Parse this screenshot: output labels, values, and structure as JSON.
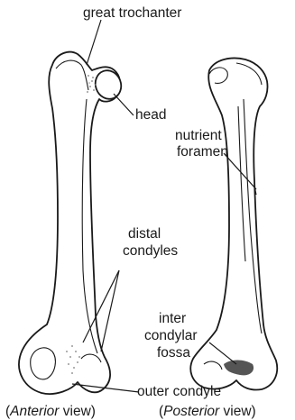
{
  "labels": {
    "great_trochanter": "great trochanter",
    "head": "head",
    "nutrient": "nutrient",
    "foramen": "foramen",
    "distal": "distal",
    "condyles": "condyles",
    "inter": "inter",
    "condylar": "condylar",
    "fossa": "fossa",
    "outer_condyle": "outer condyle"
  },
  "captions": {
    "anterior_open": "(",
    "anterior_word": "Anterior",
    "anterior_rest": " view)",
    "posterior_open": "(",
    "posterior_word": "Posterior",
    "posterior_rest": " view)"
  }
}
